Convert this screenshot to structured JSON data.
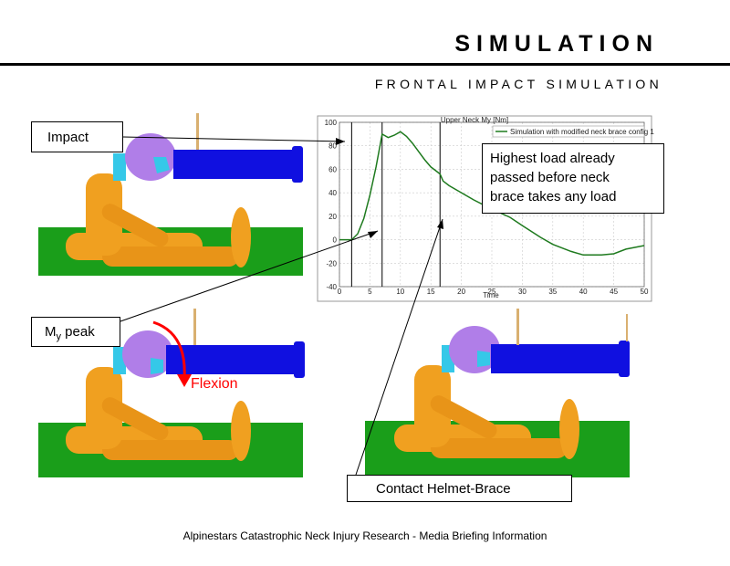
{
  "header": {
    "title": "SIMULATION",
    "subtitle": "FRONTAL IMPACT SIMULATION"
  },
  "labels": {
    "impact": "Impact",
    "my_peak_main": "M",
    "my_peak_sub": "y",
    "my_peak_rest": " peak",
    "flexion": "Flexion",
    "callout_lines": [
      "Highest load already",
      "passed before neck",
      "brace takes any load"
    ],
    "contact": "Contact Helmet-Brace"
  },
  "footer": {
    "text": "Alpinestars Catastrophic Neck Injury Research - Media Briefing Information"
  },
  "colors": {
    "ground": "#1a9e1a",
    "dummy": "#f0a020",
    "helmet": "#b07ee8",
    "visor": "#35c8e8",
    "impactor": "#1010e0",
    "curve": "#1e7a1e",
    "arrow": "#ff0000"
  },
  "chart_data": {
    "type": "line",
    "title": "Upper Neck My [Nm]",
    "xlabel": "Time",
    "ylabel": "",
    "xlim": [
      0,
      50
    ],
    "ylim": [
      -40,
      100
    ],
    "xticks": [
      0,
      5,
      10,
      15,
      20,
      25,
      30,
      35,
      40,
      45,
      50
    ],
    "yticks": [
      -40,
      -20,
      0,
      20,
      40,
      60,
      80,
      100
    ],
    "grid": true,
    "legend": "top-right",
    "vlines": [
      2,
      7,
      16.5
    ],
    "series": [
      {
        "name": "Simulation with modified neck brace config 1",
        "x": [
          0,
          2,
          3,
          4,
          5,
          6,
          7,
          8,
          9,
          10,
          11,
          12,
          13,
          14,
          15,
          16,
          16.5,
          17,
          18,
          20,
          22,
          25,
          28,
          30,
          33,
          35,
          38,
          40,
          43,
          45,
          47,
          50
        ],
        "y": [
          0,
          0,
          5,
          18,
          38,
          62,
          90,
          87,
          89,
          92,
          88,
          82,
          75,
          68,
          62,
          58,
          56,
          50,
          46,
          40,
          34,
          26,
          19,
          12,
          2,
          -4,
          -10,
          -13,
          -13,
          -12,
          -8,
          -5
        ]
      }
    ]
  }
}
